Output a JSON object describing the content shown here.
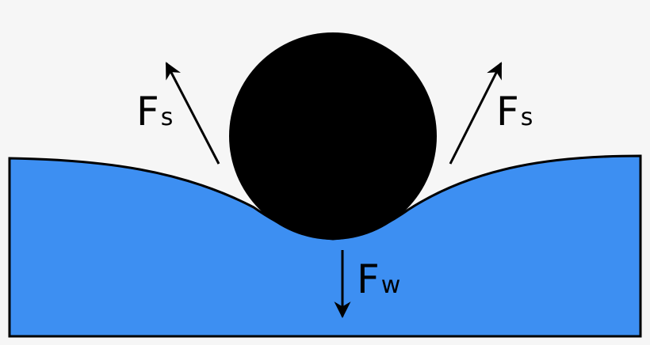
{
  "colors": {
    "background": "#f6f6f6",
    "water": "#3d8ff2",
    "ball": "#000000",
    "stroke": "#000000"
  },
  "labels": {
    "surface_force_left": {
      "main": "F",
      "sub": "s"
    },
    "surface_force_right": {
      "main": "F",
      "sub": "s"
    },
    "weight_force": {
      "main": "F",
      "sub": "w"
    }
  }
}
